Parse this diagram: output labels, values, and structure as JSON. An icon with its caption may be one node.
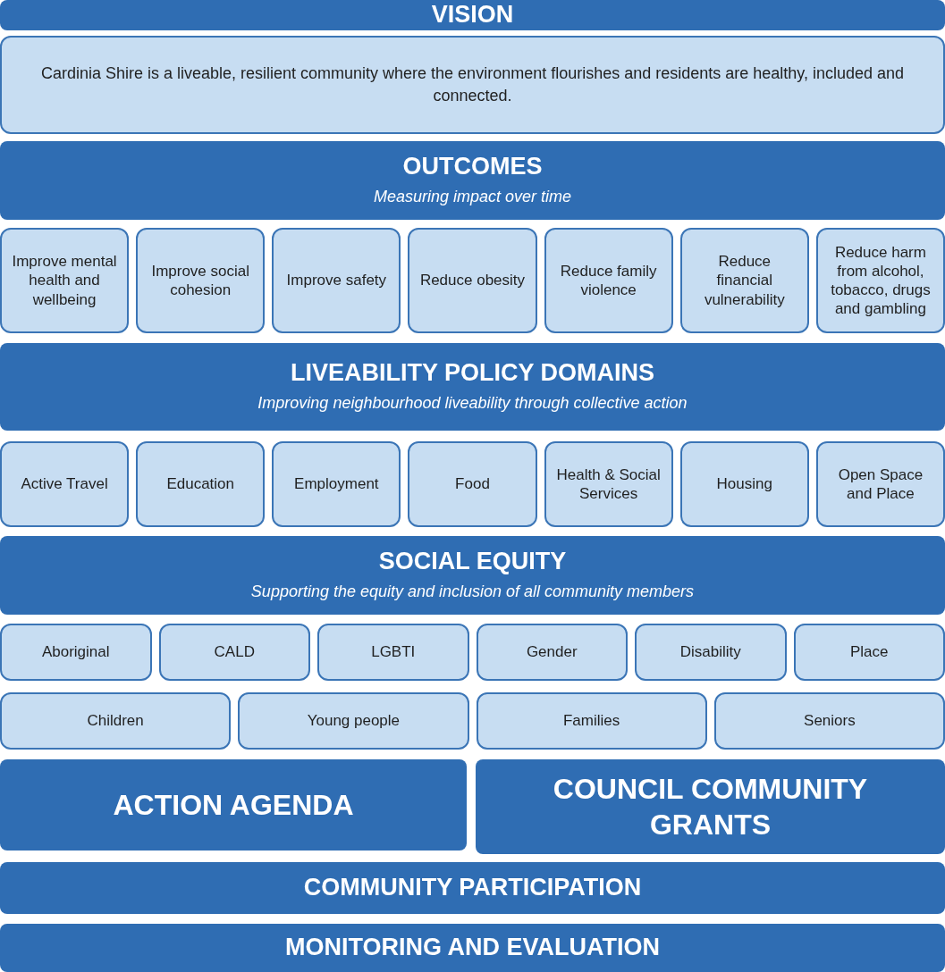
{
  "diagram": {
    "nodes": [
      {
        "text": [
          "VISION"
        ]
      },
      {
        "text": [
          "Cardinia Shire is a liveable, resilient community where the environment flourishes and residents are healthy, included and connected."
        ]
      },
      {
        "text": [
          "OUTCOMES",
          "Measuring impact over time"
        ]
      },
      {
        "text": [
          "Improve mental health and wellbeing"
        ]
      },
      {
        "text": [
          "Improve social cohesion"
        ]
      },
      {
        "text": [
          "Improve safety"
        ]
      },
      {
        "text": [
          "Reduce obesity"
        ]
      },
      {
        "text": [
          "Reduce family violence"
        ]
      },
      {
        "text": [
          "Reduce financial vulnerability"
        ]
      },
      {
        "text": [
          "Reduce harm from alcohol, tobacco, drugs and gambling"
        ]
      },
      {
        "text": [
          "LIVEABILITY POLICY DOMAINS",
          "Improving neighbourhood liveability through collective action"
        ]
      },
      {
        "text": [
          "Active Travel"
        ]
      },
      {
        "text": [
          "Education"
        ]
      },
      {
        "text": [
          "Employment"
        ]
      },
      {
        "text": [
          "Food"
        ]
      },
      {
        "text": [
          "Health & Social Services"
        ]
      },
      {
        "text": [
          "Housing"
        ]
      },
      {
        "text": [
          "Open Space and Place"
        ]
      },
      {
        "text": [
          "SOCIAL EQUITY",
          "Supporting the equity and inclusion of all community members"
        ]
      },
      {
        "text": [
          "Aboriginal"
        ]
      },
      {
        "text": [
          "CALD"
        ]
      },
      {
        "text": [
          "LGBTI"
        ]
      },
      {
        "text": [
          "Gender"
        ]
      },
      {
        "text": [
          "Disability"
        ]
      },
      {
        "text": [
          "Place"
        ]
      },
      {
        "text": [
          "Children"
        ]
      },
      {
        "text": [
          "Young people"
        ]
      },
      {
        "text": [
          "Families"
        ]
      },
      {
        "text": [
          "Seniors"
        ]
      },
      {
        "text": [
          "ACTION AGENDA"
        ]
      },
      {
        "text": [
          "COUNCIL COMMUNITY GRANTS"
        ]
      },
      {
        "text": [
          "COMMUNITY PARTICIPATION"
        ]
      },
      {
        "text": [
          "MONITORING AND EVALUATION"
        ]
      }
    ]
  }
}
